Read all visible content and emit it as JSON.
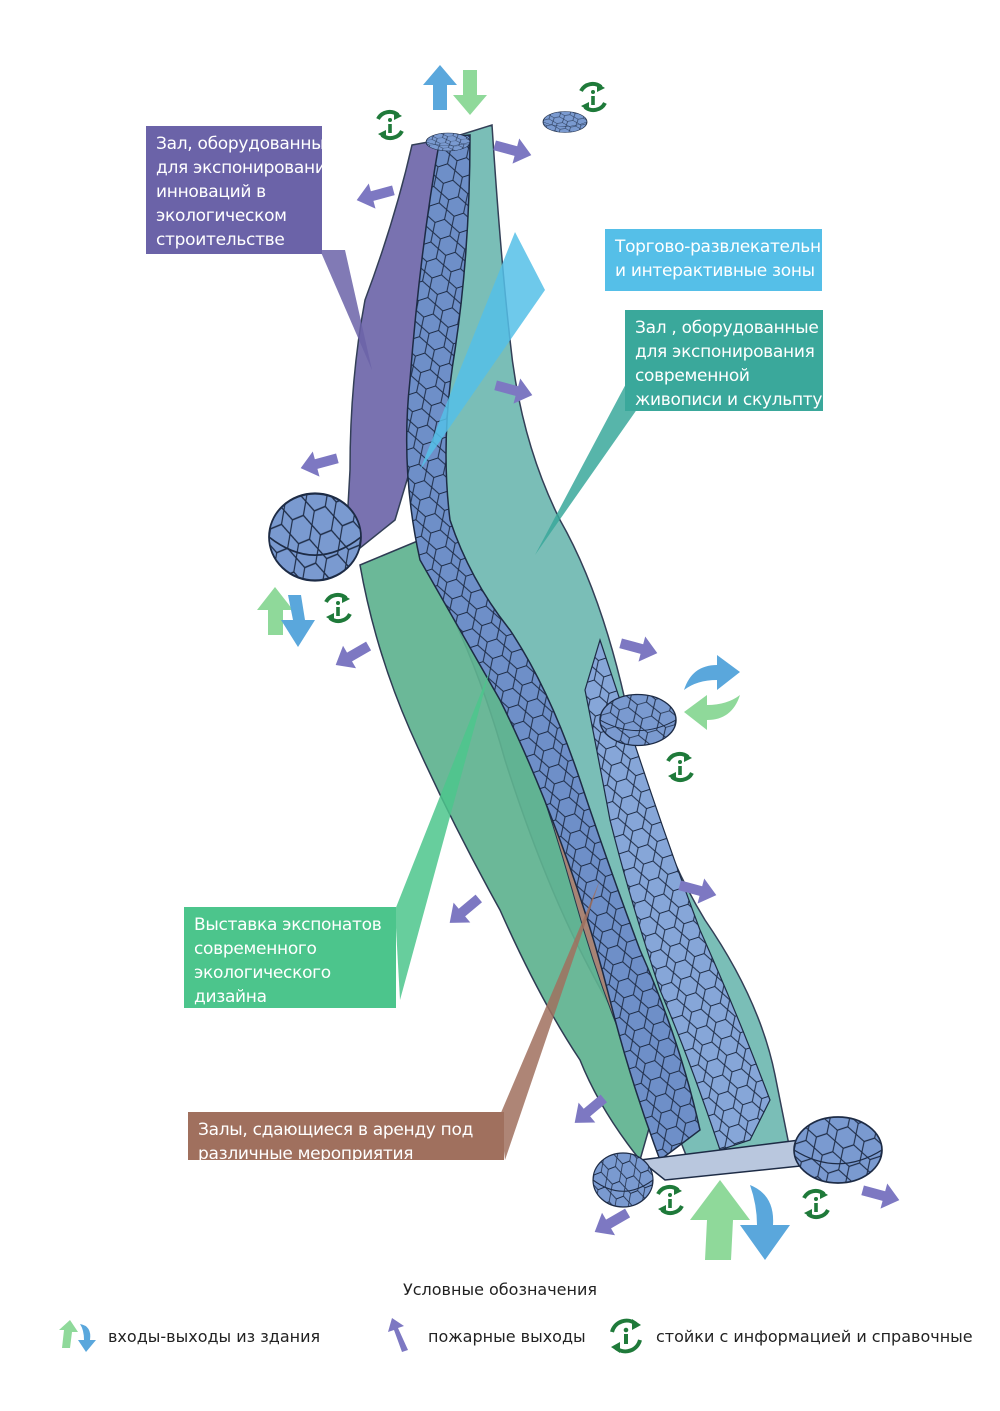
{
  "labels": {
    "eco_hall": [
      "Зал, оборудованный",
      "для экспонирования",
      "инноваций в",
      "экологическом",
      "строительстве"
    ],
    "trade_zones": [
      "Торгово-развлекательные",
      "и интерактивные зоны"
    ],
    "painting_hall": [
      "Зал , оборудованные",
      "для экспонирования",
      "современной",
      "живописи и скульптуры"
    ],
    "design_exhibition": [
      "Выставка экспонатов",
      "современного",
      "экологического",
      "дизайна"
    ],
    "rental_halls": [
      "Залы, сдающиеся в аренду под",
      "различные мероприятия"
    ]
  },
  "legend": {
    "title": "Условные обозначения",
    "items": [
      {
        "icon": "entrance-exit-icon",
        "label": "входы-выходы из здания"
      },
      {
        "icon": "fire-exit-icon",
        "label": "пожарные выходы"
      },
      {
        "icon": "info-stand-icon",
        "label": "стойки с информацией и справочные"
      }
    ]
  },
  "colors": {
    "eco_hall": "#6b63a8",
    "trade_zones": "#55bfe8",
    "painting_hall": "#3aa89b",
    "design_exhibition": "#4cc58c",
    "rental_halls": "#a0705e",
    "fire_exit": "#7d78c2",
    "entrance_green": "#8fd99a",
    "entrance_blue": "#5aa7dc",
    "info_stand": "#1f7a3a"
  }
}
